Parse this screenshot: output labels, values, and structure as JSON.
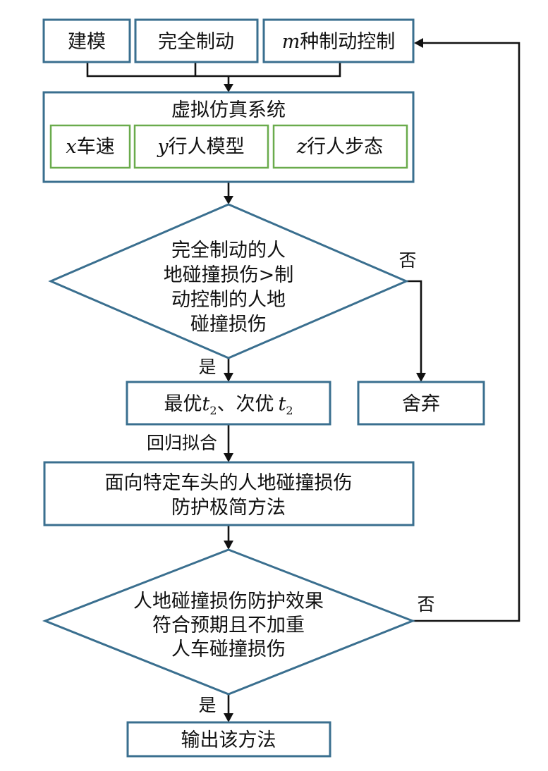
{
  "nodes": {
    "modeling": "建模",
    "full_braking": "完全制动",
    "m_var": "m",
    "m_control": "种制动控制",
    "sim_system": "虚拟仿真系统",
    "x_var": "x",
    "x_label": "车速",
    "y_var": "y",
    "y_label": "行人模型",
    "z_var": "z",
    "z_label": "行人步态",
    "decision1": [
      "完全制动的人",
      "地碰撞损伤>制",
      "动控制的人地",
      "碰撞损伤"
    ],
    "optimal": "最优",
    "t_var": "t",
    "sub2": "2",
    "sep": "、",
    "suboptimal": "次优",
    "discard": "舍弃",
    "method": [
      "面向特定车头的人地碰撞损伤",
      "防护极简方法"
    ],
    "decision2": [
      "人地碰撞损伤防护效果",
      "符合预期且不加重",
      "人车碰撞损伤"
    ],
    "output": "输出该方法"
  },
  "edges": {
    "yes1": "是",
    "no1": "否",
    "regression": "回归拟合",
    "no2": "否",
    "yes2": "是"
  }
}
